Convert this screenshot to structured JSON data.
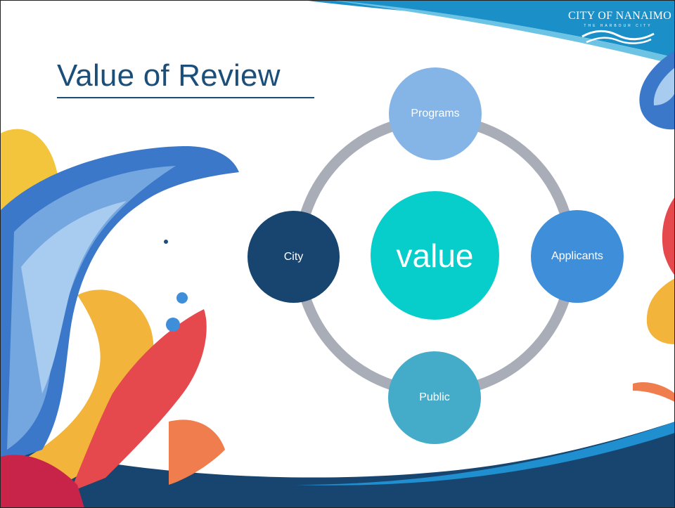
{
  "slide": {
    "title": "Value of Review"
  },
  "logo": {
    "name": "CITY OF NANAIMO",
    "tagline": "THE HARBOUR CITY"
  },
  "diagram": {
    "center": "value",
    "nodes": {
      "top": "Programs",
      "left": "City",
      "right": "Applicants",
      "bottom": "Public"
    }
  },
  "colors": {
    "title": "#1b4f7a",
    "ring": "#a9adb8",
    "programs": "#84b5e6",
    "city": "#17456f",
    "applicants": "#3f8ed9",
    "public": "#44acc9",
    "center": "#07cdcb",
    "header_band": "#1b8fc7",
    "footer_band": "#17456f"
  }
}
